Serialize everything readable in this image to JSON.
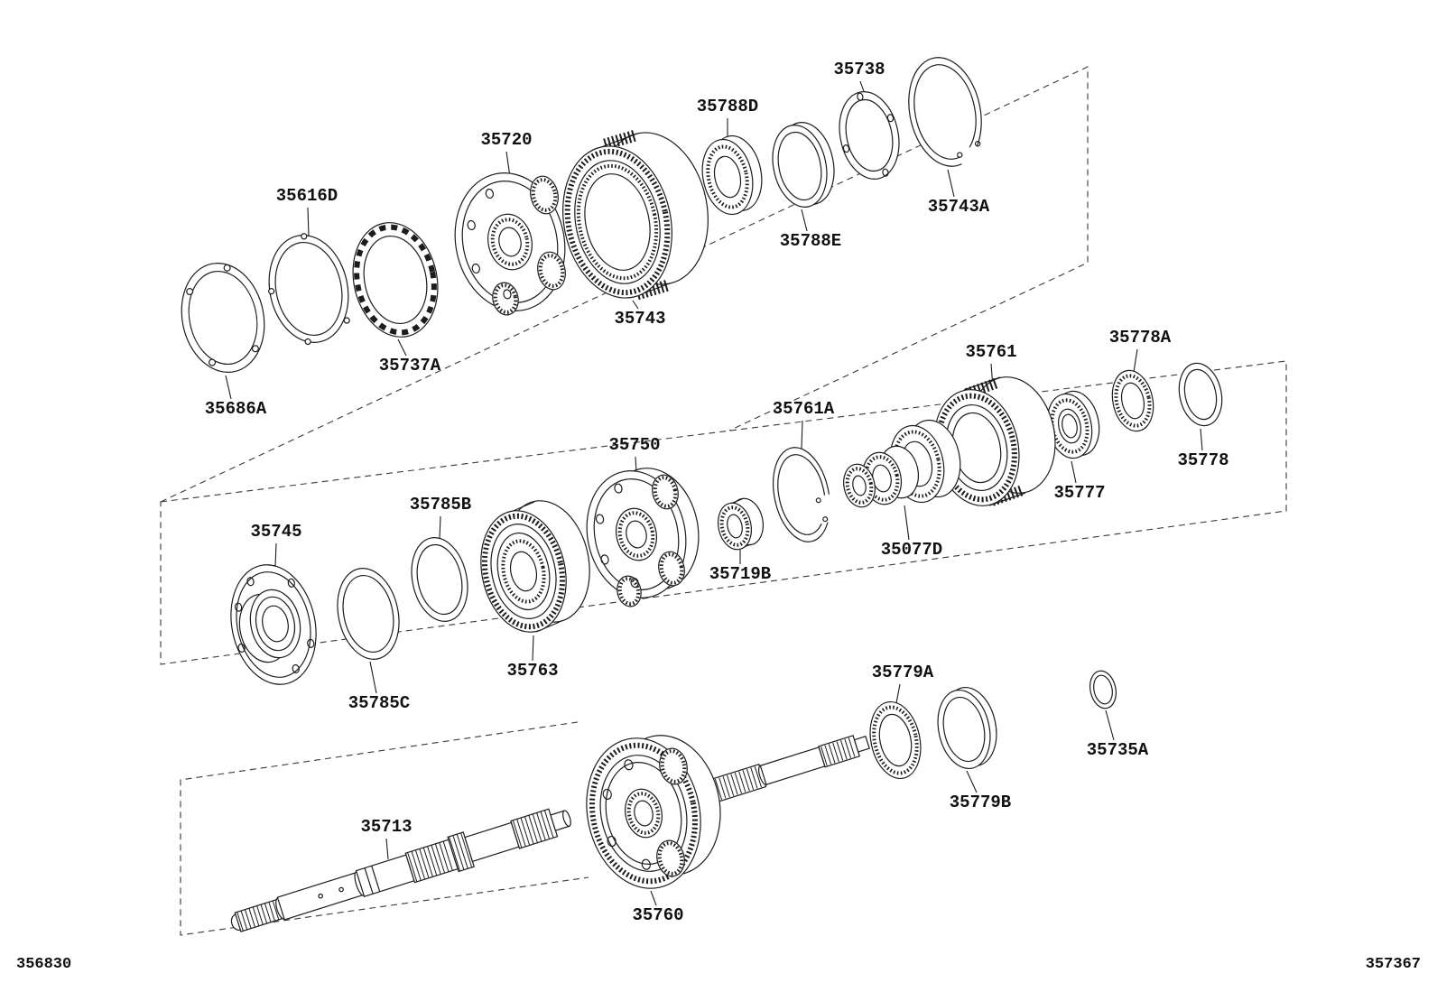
{
  "meta": {
    "paper_color": "#ffffff",
    "ink_color": "#1c1c1c",
    "description": "Exploded transmission planetary-gear parts diagram"
  },
  "footer": {
    "left_code": "356830",
    "right_code": "357367"
  },
  "parts": {
    "p35686A": "35686A",
    "p35616D": "35616D",
    "p35737A": "35737A",
    "p35720": "35720",
    "p35743": "35743",
    "p35788D": "35788D",
    "p35788E": "35788E",
    "p35738": "35738",
    "p35743A": "35743A",
    "p35745": "35745",
    "p35785C": "35785C",
    "p35785B": "35785B",
    "p35763": "35763",
    "p35750": "35750",
    "p35719B": "35719B",
    "p35761A": "35761A",
    "p35077D": "35077D",
    "p35761": "35761",
    "p35777": "35777",
    "p35778A": "35778A",
    "p35778": "35778",
    "p35713": "35713",
    "p35760": "35760",
    "p35779A": "35779A",
    "p35779B": "35779B",
    "p35735A": "35735A"
  }
}
